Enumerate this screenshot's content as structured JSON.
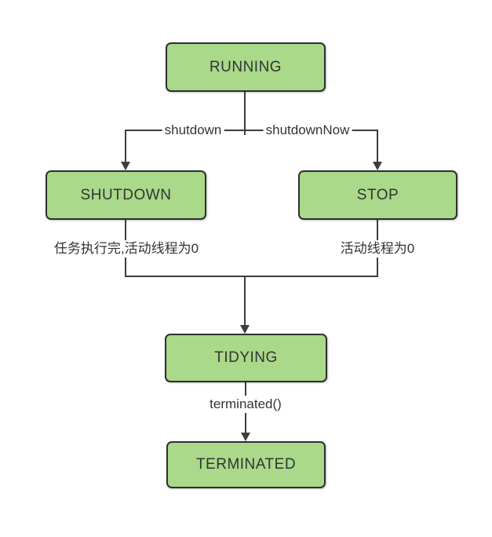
{
  "diagram": {
    "type": "flowchart",
    "subject": "thread-pool-state-transitions",
    "nodes": [
      {
        "id": "running",
        "label": "RUNNING"
      },
      {
        "id": "shutdown",
        "label": "SHUTDOWN"
      },
      {
        "id": "stop",
        "label": "STOP"
      },
      {
        "id": "tidying",
        "label": "TIDYING"
      },
      {
        "id": "terminated",
        "label": "TERMINATED"
      }
    ],
    "edges": [
      {
        "from": "RUNNING",
        "to": "SHUTDOWN",
        "label": "shutdown"
      },
      {
        "from": "RUNNING",
        "to": "STOP",
        "label": "shutdownNow"
      },
      {
        "from": "SHUTDOWN",
        "to": "TIDYING",
        "label": "任务执行完,活动线程为0"
      },
      {
        "from": "STOP",
        "to": "TIDYING",
        "label": "活动线程为0"
      },
      {
        "from": "TIDYING",
        "to": "TERMINATED",
        "label": "terminated()"
      }
    ],
    "colors": {
      "node_fill": "#a9d989",
      "node_border": "#2f2f2f",
      "line": "#3d3d3d",
      "text": "#333333",
      "background": "#ffffff"
    }
  }
}
